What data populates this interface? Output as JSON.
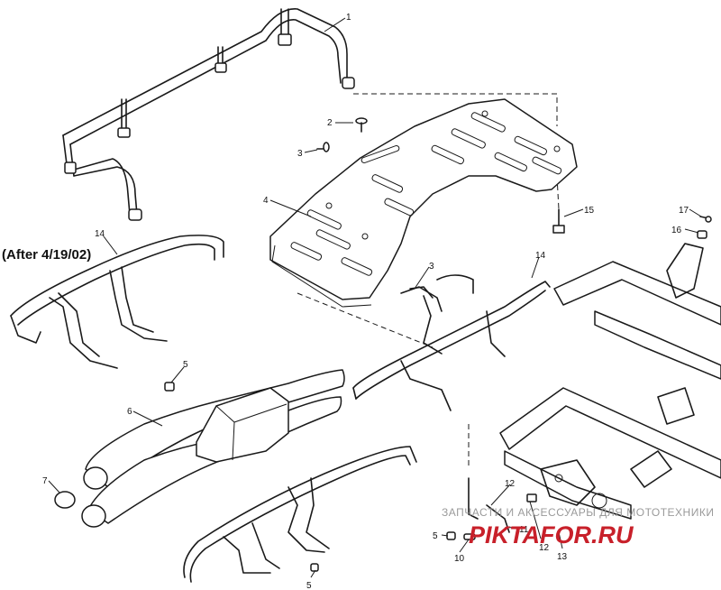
{
  "diagram": {
    "note": "(After 4/19/02)",
    "callouts": [
      "1",
      "2",
      "3",
      "4",
      "15",
      "17",
      "16",
      "14",
      "3",
      "14",
      "5",
      "6",
      "7",
      "12",
      "11",
      "5",
      "12",
      "13",
      "10",
      "5"
    ],
    "watermark_text": "ЗАПЧАСТИ И АКСЕССУАРЫ ДЛЯ МОТОТЕХНИКИ",
    "watermark_logo": "PIKTAFOR.RU"
  }
}
